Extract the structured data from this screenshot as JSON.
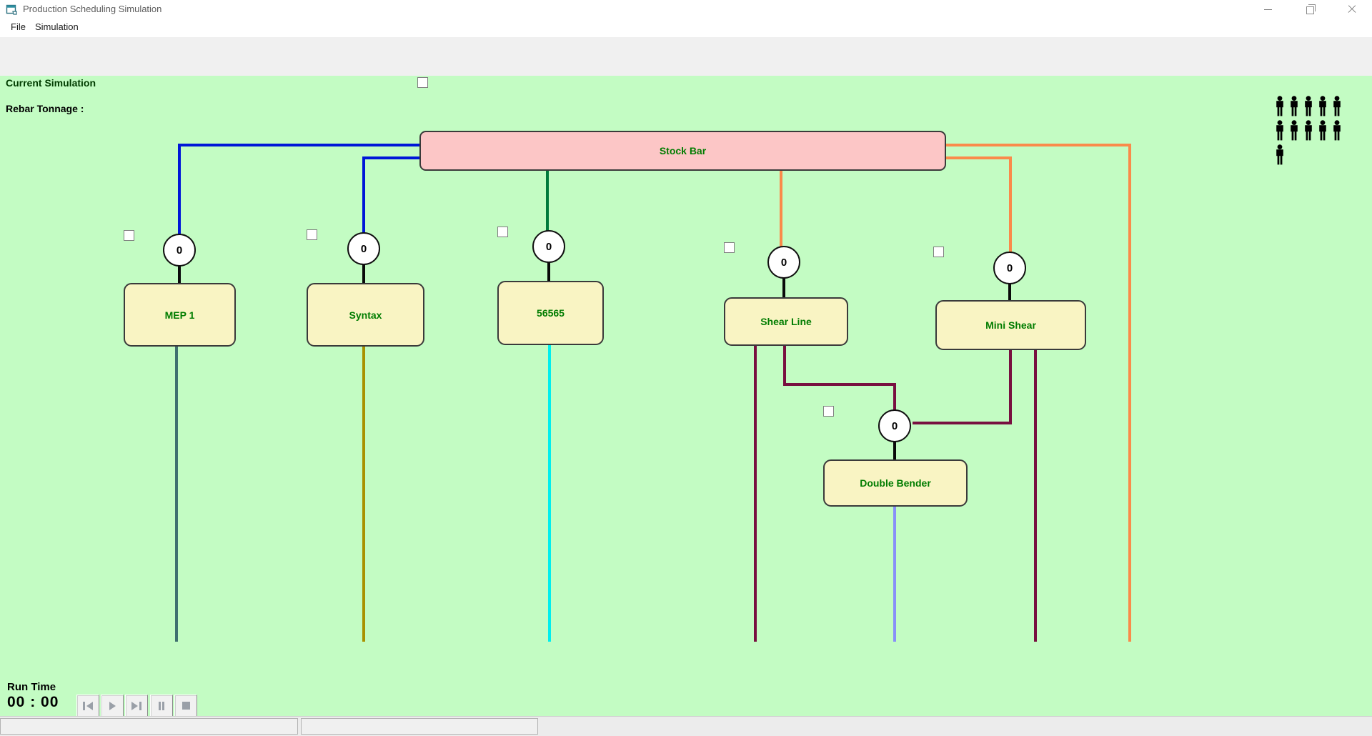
{
  "window": {
    "title": "Production Scheduling Simulation"
  },
  "menu": {
    "file": "File",
    "simulation": "Simulation"
  },
  "toolbar": {
    "icons": [
      "new-document",
      "open-file",
      "disabled-placeholder",
      "stock-bar-tool-disabled",
      "layout-tool-disabled",
      "edit-report",
      "save",
      "pointer-hand"
    ]
  },
  "canvas": {
    "heading": "Current Simulation",
    "rebar_label": "Rebar Tonnage :",
    "stock_bar": {
      "label": "Stock Bar"
    },
    "machines": [
      {
        "label": "MEP 1",
        "queue_count": "0"
      },
      {
        "label": "Syntax",
        "queue_count": "0"
      },
      {
        "label": "56565",
        "queue_count": "0"
      },
      {
        "label": "Shear Line",
        "queue_count": "0"
      },
      {
        "label": "Mini Shear",
        "queue_count": "0"
      },
      {
        "label": "Double Bender",
        "queue_count": "0"
      }
    ],
    "workers": {
      "total": 11,
      "rows": [
        5,
        5,
        1
      ]
    },
    "colors": {
      "canvas_background": "#c3fcc3",
      "machine_fill": "#f9f4c3",
      "stock_bar_fill": "#fcc6c6",
      "node_text": "#007c00",
      "feed_blue": "#0016d8",
      "feed_green": "#007a3c",
      "feed_orange": "#fa8a4a",
      "output_teal": "#3f7070",
      "output_olive": "#a89200",
      "output_cyan": "#00eeee",
      "output_maroon": "#781040",
      "output_periwinkle": "#8890f8",
      "connector_black": "#0a0a0a"
    }
  },
  "runtime": {
    "label": "Run Time",
    "time": "00 : 00",
    "buttons": [
      "skip-to-start",
      "play",
      "skip-to-end",
      "pause",
      "stop"
    ]
  }
}
